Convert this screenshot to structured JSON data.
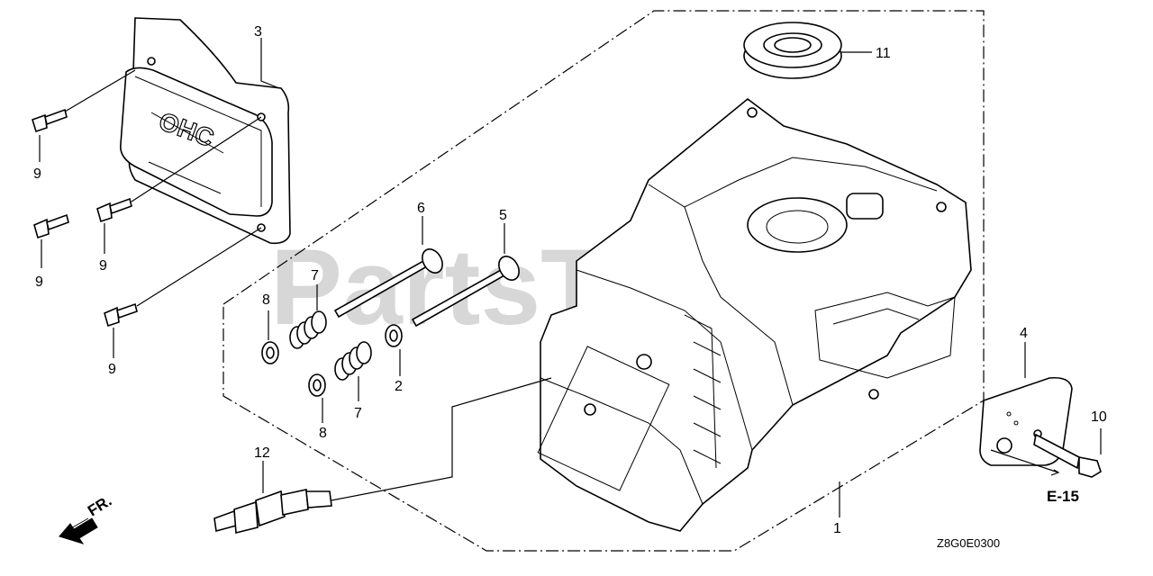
{
  "watermark": "PartsTree",
  "part_labels": {
    "p1": "1",
    "p2": "2",
    "p3": "3",
    "p4": "4",
    "p5": "5",
    "p6": "6",
    "p7a": "7",
    "p7b": "7",
    "p8a": "8",
    "p8b": "8",
    "p9a": "9",
    "p9b": "9",
    "p9c": "9",
    "p9d": "9",
    "p10": "10",
    "p11": "11",
    "p12": "12"
  },
  "cover_text": "OHC",
  "ref_label": "E-15",
  "front_label": "FR.",
  "drawing_code": "Z8G0E0300"
}
